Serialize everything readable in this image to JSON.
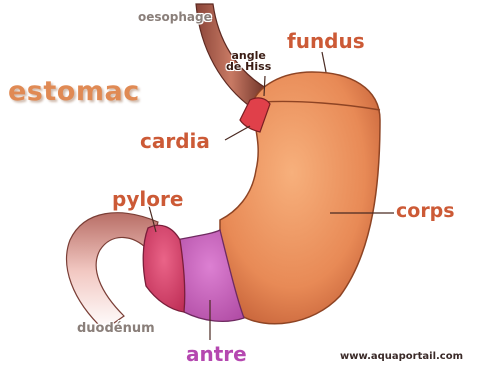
{
  "title": "estomac",
  "labels": {
    "oesophage": "oesophage",
    "angle_line1": "angle",
    "angle_line2": "de Hiss",
    "fundus": "fundus",
    "cardia": "cardia",
    "corps": "corps",
    "pylore": "pylore",
    "duodenum": "duodénum",
    "antre": "antre"
  },
  "watermark": "www.aquaportail.com",
  "colors": {
    "stomach_body": "#e9935e",
    "fundus_fill": "#f0a064",
    "cardia_fill": "#e0404a",
    "pylorus_fill": "#d63e6a",
    "antrum_fill": "#c85bb8",
    "duodenum_fill": "#e3a8a0",
    "label_orange": "#cc5a36",
    "label_purple": "#b548b0",
    "label_grey": "#8a7f7a"
  }
}
